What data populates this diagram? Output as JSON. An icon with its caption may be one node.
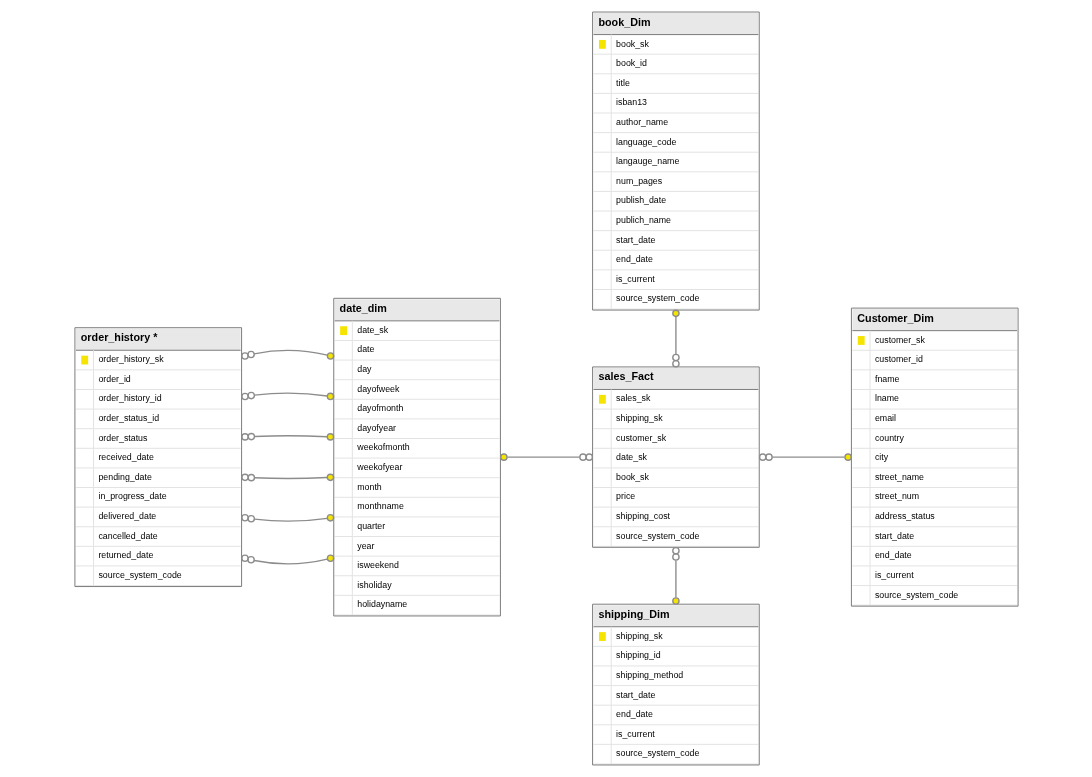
{
  "diagram": {
    "nodes": [
      {
        "text": [
          "book_Dim",
          "book_sk",
          "book_id",
          "title",
          "isban13",
          "author_name",
          "language_code",
          "langauge_name",
          "num_pages",
          "publish_date",
          "publich_name",
          "start_date",
          "end_date",
          "is_current",
          "source_system_code"
        ]
      },
      {
        "text": [
          "order_history *",
          "order_history_sk",
          "order_id",
          "order_history_id",
          "order_status_id",
          "order_status",
          "received_date",
          "pending_date",
          "in_progress_date",
          "delivered_date",
          "cancelled_date",
          "returned_date",
          "source_system_code"
        ]
      },
      {
        "text": [
          "date_dim",
          "date_sk",
          "date",
          "day",
          "dayofweek",
          "dayofmonth",
          "dayofyear",
          "weekofmonth",
          "weekofyear",
          "month",
          "monthname",
          "quarter",
          "year",
          "isweekend",
          "isholiday",
          "holidayname"
        ]
      },
      {
        "text": [
          "sales_Fact",
          "sales_sk",
          "shipping_sk",
          "customer_sk",
          "date_sk",
          "book_sk",
          "price",
          "shipping_cost",
          "source_system_code"
        ]
      },
      {
        "text": [
          "Customer_Dim",
          "customer_sk",
          "customer_id",
          "fname",
          "lname",
          "email",
          "country",
          "city",
          "street_name",
          "street_num",
          "address_status",
          "start_date",
          "end_date",
          "is_current",
          "source_system_code"
        ]
      },
      {
        "text": [
          "shipping_Dim",
          "shipping_sk",
          "shipping_id",
          "shipping_method",
          "start_date",
          "end_date",
          "is_current",
          "source_system_code"
        ]
      }
    ],
    "edges": [
      {
        "from": 3,
        "to": 0,
        "arrow": "other"
      },
      {
        "from": 1,
        "to": 2,
        "arrow": "other"
      },
      {
        "from": 1,
        "to": 2,
        "arrow": "other"
      },
      {
        "from": 1,
        "to": 2,
        "arrow": "other"
      },
      {
        "from": 1,
        "to": 2,
        "arrow": "other"
      },
      {
        "from": 1,
        "to": 2,
        "arrow": "other"
      },
      {
        "from": 1,
        "to": 2,
        "arrow": "other"
      },
      {
        "from": 3,
        "to": 2,
        "arrow": "other"
      },
      {
        "from": 3,
        "to": 4,
        "arrow": "other"
      },
      {
        "from": 3,
        "to": 5,
        "arrow": "other"
      }
    ]
  }
}
